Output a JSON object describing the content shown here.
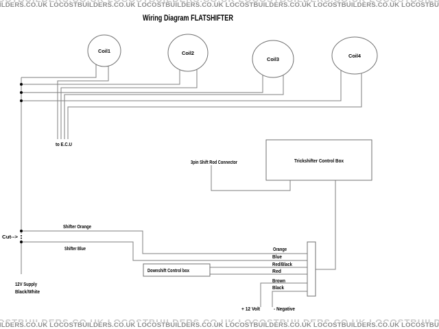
{
  "watermark": {
    "token": "LOCOSTBUILDERS.CO.UK",
    "repeat": 8
  },
  "diagram": {
    "title": "Wiring Diagram FLATSHIFTER",
    "coils": [
      "Coil1",
      "Coil2",
      "Coil3",
      "Coil4"
    ],
    "labels": {
      "to_ecu": "to E.C.U",
      "shift_rod_connector": "3pin Shift Rod Connector",
      "trickshifter_box": "Trickshifter Control Box",
      "downshift_box": "Downshift Control box",
      "shifter_orange": "Shifter Orange",
      "shifter_blue": "Shifter Blue",
      "cut": "Cut-->",
      "supply_line1": "12V Supply",
      "supply_line2": "Black/White",
      "plus_12v": "+ 12 Volt",
      "negative": "- Negative"
    },
    "connector_wires": [
      "Orange",
      "Blue",
      "Red/Black",
      "Red",
      "Brown",
      "Black"
    ]
  },
  "colors": {
    "wire": "#7d7d7d",
    "outline": "#6f6f6f",
    "junction_dot": "#000000",
    "text": "#000000",
    "watermark_main": "#8c8c8c",
    "watermark_faint": "#c9c9c9",
    "background": "#ffffff"
  }
}
